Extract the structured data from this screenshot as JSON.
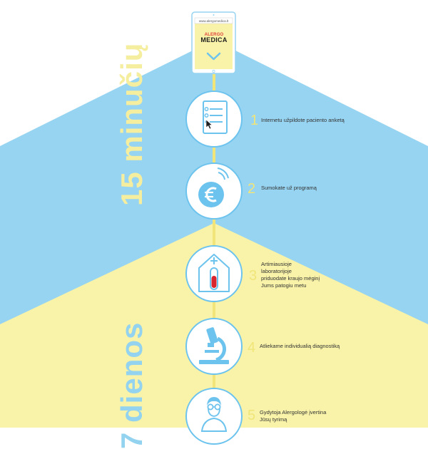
{
  "tablet": {
    "url": "www.alergomedica.lt",
    "logo_top": "ALERGO",
    "logo_bottom": "MEDICA"
  },
  "phases": {
    "online_label": "15 minučių",
    "lab_label": "7 dienos"
  },
  "steps": [
    {
      "num": "1",
      "lines": [
        "Internetu užpildote paciento anketą"
      ]
    },
    {
      "num": "2",
      "lines": [
        "Sumokate už programą"
      ]
    },
    {
      "num": "3",
      "lines": [
        "Artimiausioje",
        "laboratorijoje",
        "priduodate kraujo mėginį",
        "Jums patogiu metu"
      ]
    },
    {
      "num": "4",
      "lines": [
        "Atliekame individualią diagnostiką"
      ]
    },
    {
      "num": "5",
      "lines": [
        "Gydytoja Alergologė įvertina",
        "Jūsų tyrimą"
      ]
    }
  ],
  "colors": {
    "blue": "#97d4f1",
    "yellow": "#f8f3a8",
    "accent_yellow": "#f1e57a",
    "icon_blue": "#6cc3ee",
    "red": "#d9262e"
  },
  "icons": [
    "tablet-icon",
    "questionnaire-icon",
    "euro-payment-icon",
    "laboratory-icon",
    "microscope-icon",
    "doctor-icon",
    "chevron-down-icon"
  ]
}
